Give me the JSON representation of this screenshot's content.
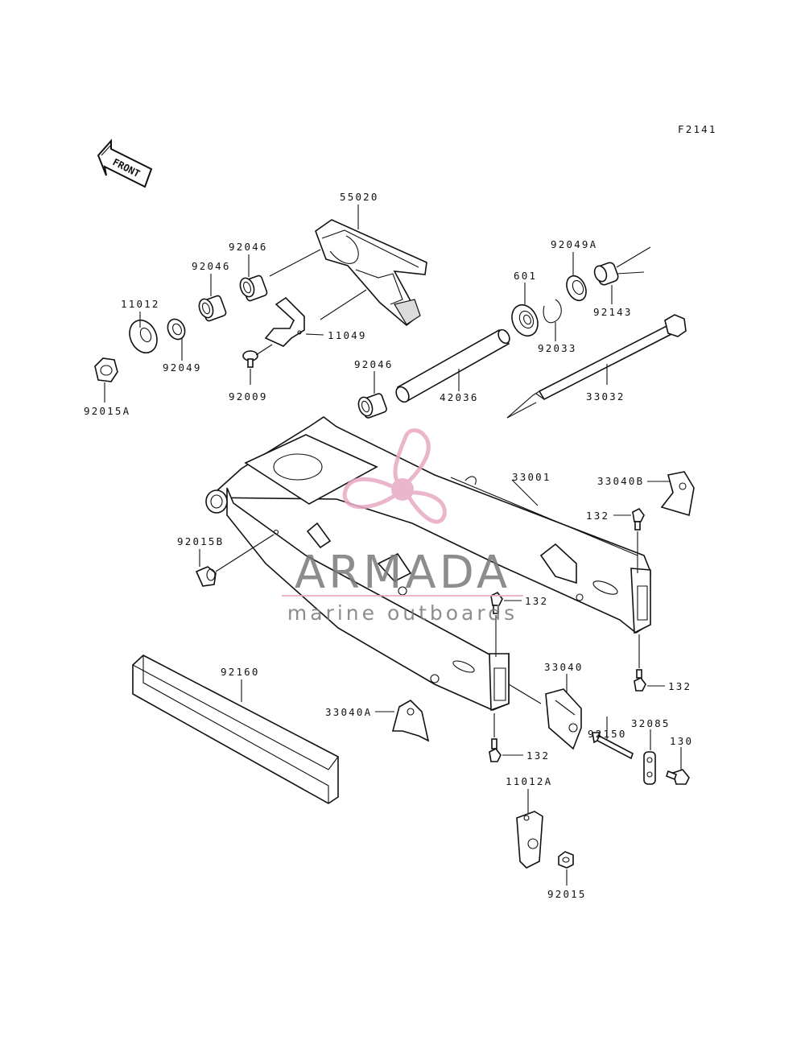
{
  "figure_code": "F2141",
  "front_marker": "FRONT",
  "watermark": {
    "brand": "ARMADA",
    "tagline": "marine outboards",
    "logo_color": "#e8a9c4",
    "text_color": "#7a7a7a"
  },
  "part_numbers": {
    "p55020": "55020",
    "p92046_a": "92046",
    "p92046_b": "92046",
    "p92046_c": "92046",
    "p11012": "11012",
    "p92049": "92049",
    "p92015A": "92015A",
    "p92009": "92009",
    "p11049": "11049",
    "p92049A": "92049A",
    "p601": "601",
    "p92143": "92143",
    "p92033": "92033",
    "p42036": "42036",
    "p33032": "33032",
    "p33001": "33001",
    "p33040B": "33040B",
    "p132_a": "132",
    "p92015B": "92015B",
    "p132_b": "132",
    "p132_c": "132",
    "p92160": "92160",
    "p33040": "33040",
    "p92150": "92150",
    "p32085": "32085",
    "p130": "130",
    "p33040A": "33040A",
    "p132_d": "132",
    "p11012A": "11012A",
    "p92015": "92015"
  }
}
